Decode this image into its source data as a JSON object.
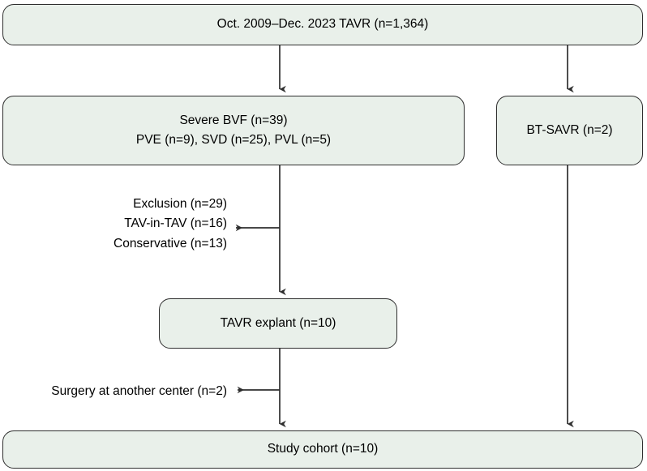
{
  "figure": {
    "type": "flowchart",
    "orientation": "top-down",
    "theme": {
      "box_fill": "#e9f0ea",
      "box_border": "#2e2e2e",
      "arrow_color": "#2e2e2e",
      "text_color": "#000000",
      "background": "#ffffff"
    }
  },
  "nodes": {
    "cohort_source": {
      "lines": [
        "Oct. 2009–Dec. 2023 TAVR (n=1,364)"
      ],
      "line1": "Oct. 2009–Dec. 2023 TAVR (n=1,364)",
      "count": 1364
    },
    "severe_bvf": {
      "line1": "Severe BVF (n=39)",
      "line2": "PVE (n=9), SVD (n=25), PVL (n=5)",
      "count": 39,
      "breakdown": [
        {
          "label": "PVE",
          "count": 9
        },
        {
          "label": "SVD",
          "count": 25
        },
        {
          "label": "PVL",
          "count": 5
        }
      ]
    },
    "bt_savr": {
      "line1": "BT-SAVR (n=2)",
      "count": 2
    },
    "tavr_explant": {
      "line1": "TAVR explant (n=10)",
      "count": 10
    },
    "study_cohort": {
      "line1": "Study cohort (n=10)",
      "count": 10
    }
  },
  "side_labels": {
    "exclusion": {
      "line1": "Exclusion (n=29)",
      "line2": "TAV-in-TAV (n=16)",
      "line3": "Conservative (n=13)",
      "total": 29,
      "items": [
        {
          "label": "TAV-in-TAV",
          "count": 16
        },
        {
          "label": "Conservative",
          "count": 13
        }
      ]
    },
    "surgery_elsewhere": {
      "line1": "Surgery at another center (n=2)",
      "count": 2
    }
  },
  "edges": [
    {
      "from": "cohort_source",
      "to": "severe_bvf",
      "direction": "down"
    },
    {
      "from": "cohort_source",
      "to": "bt_savr",
      "direction": "down"
    },
    {
      "from": "severe_bvf",
      "to": "exclusion",
      "direction": "left"
    },
    {
      "from": "severe_bvf",
      "to": "tavr_explant",
      "direction": "down"
    },
    {
      "from": "tavr_explant",
      "to": "surgery_elsewhere",
      "direction": "left"
    },
    {
      "from": "tavr_explant",
      "to": "study_cohort",
      "direction": "down"
    },
    {
      "from": "bt_savr",
      "to": "study_cohort",
      "direction": "down"
    }
  ]
}
